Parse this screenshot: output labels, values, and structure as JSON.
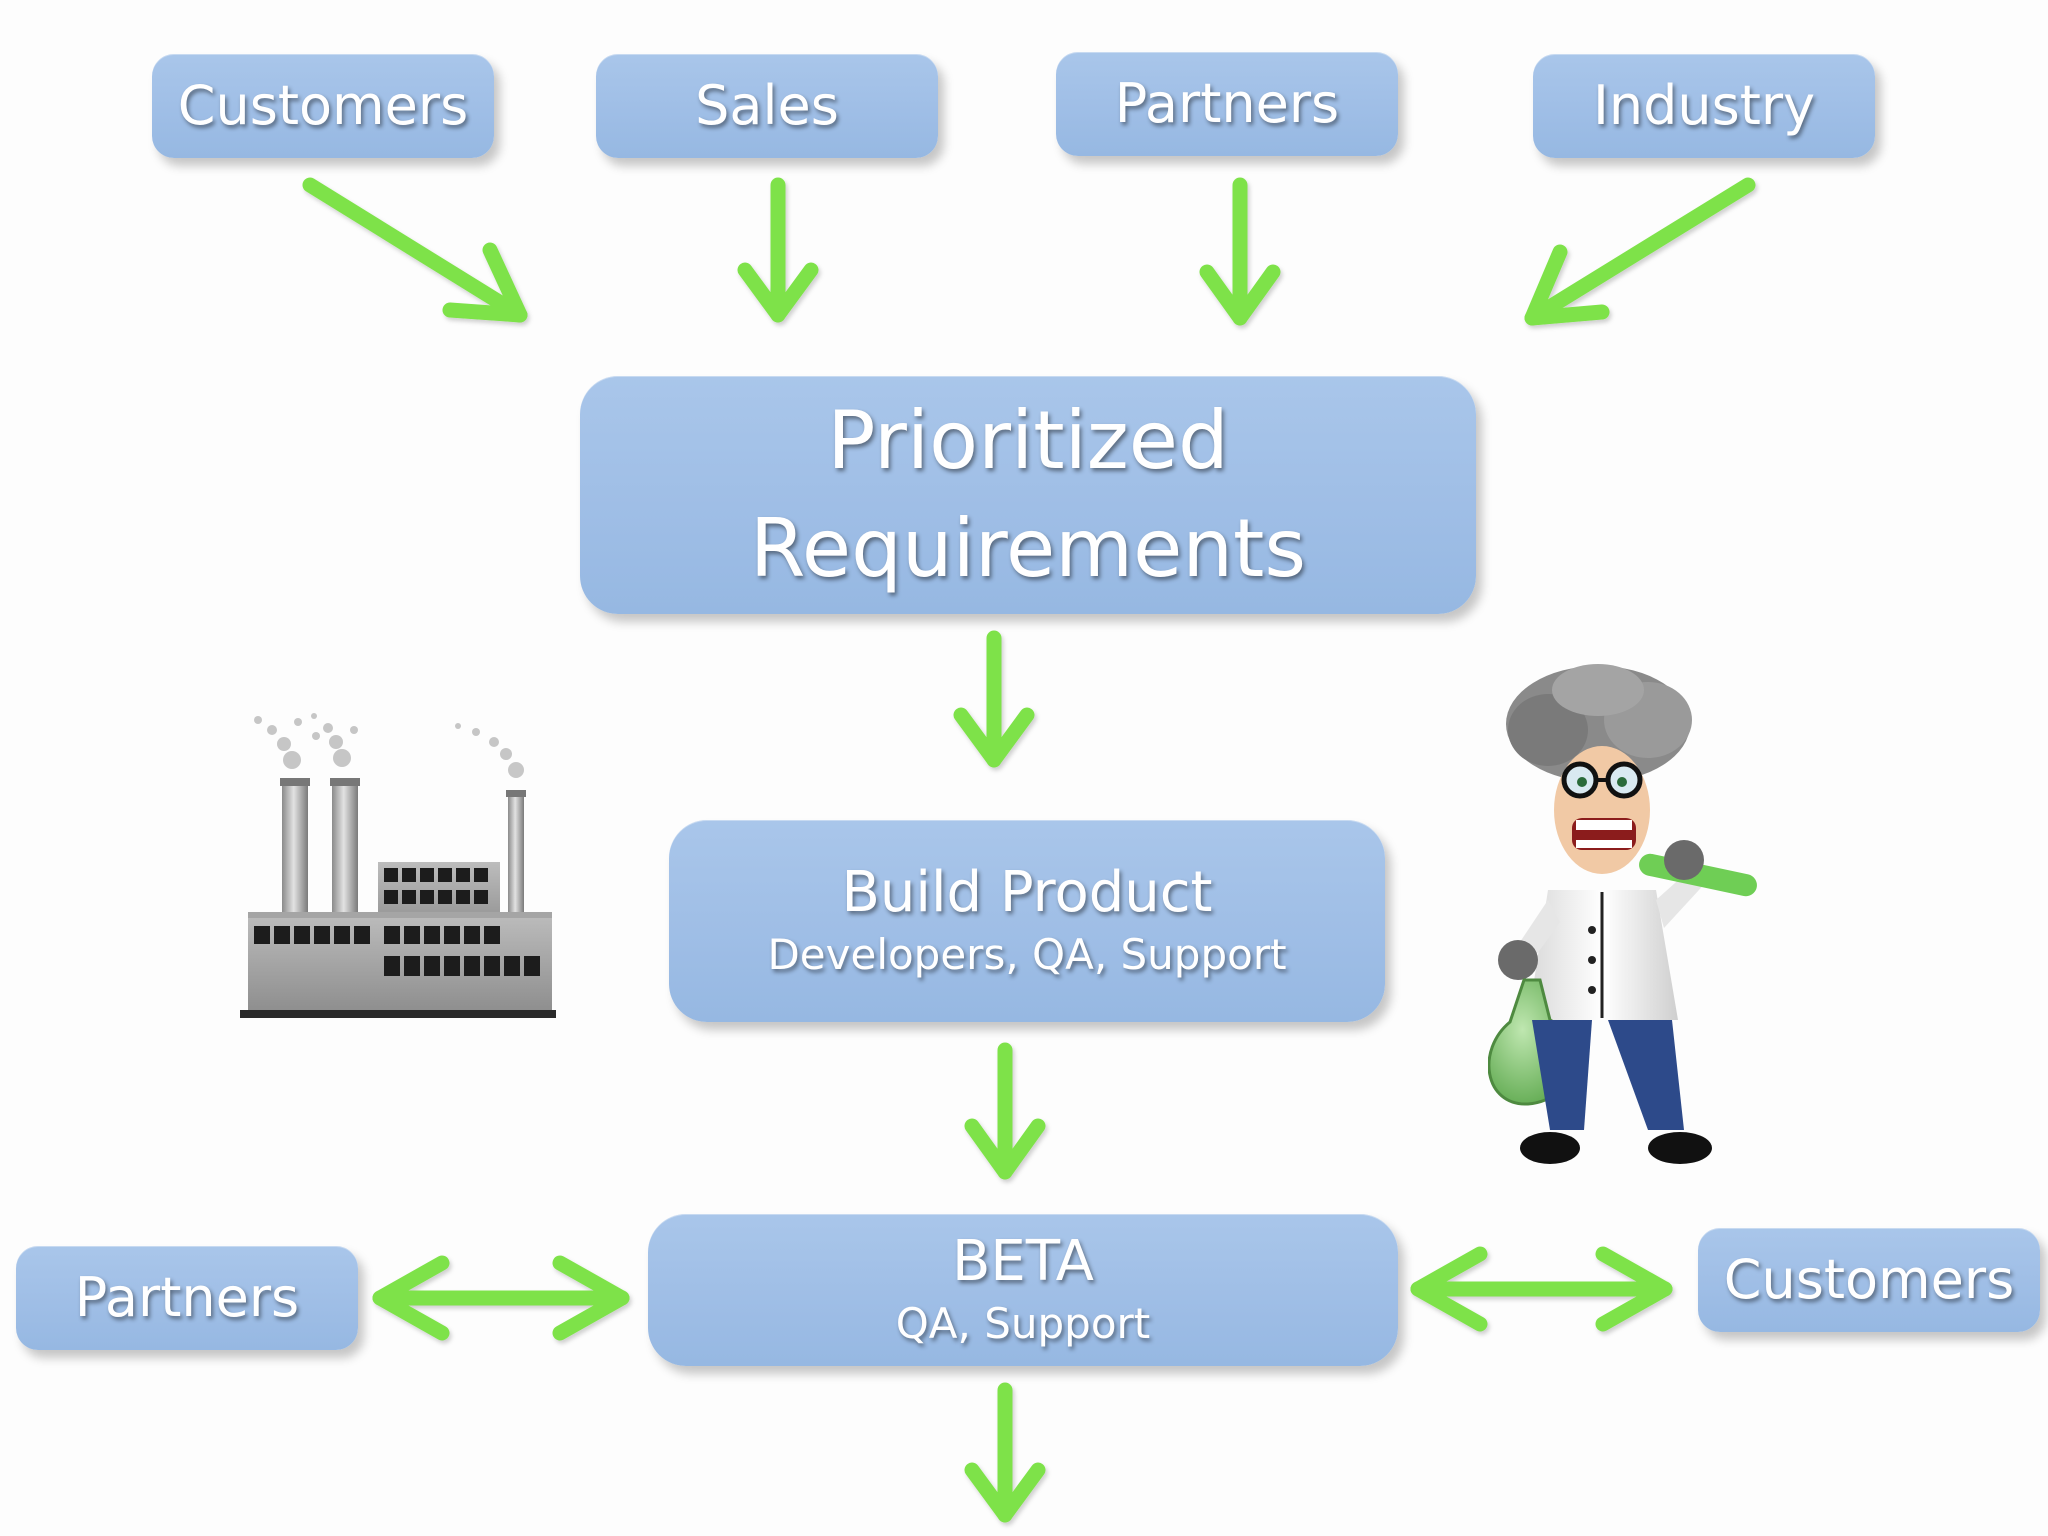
{
  "sources": [
    {
      "label": "Customers"
    },
    {
      "label": "Sales"
    },
    {
      "label": "Partners"
    },
    {
      "label": "Industry"
    }
  ],
  "requirements": {
    "line1": "Prioritized",
    "line2": "Requirements"
  },
  "build": {
    "title": "Build Product",
    "subtitle": "Developers, QA, Support"
  },
  "beta": {
    "title": "BETA",
    "subtitle": "QA, Support"
  },
  "beta_partners": {
    "label": "Partners"
  },
  "beta_customers": {
    "label": "Customers"
  },
  "colors": {
    "box_fill": "#a2c0e7",
    "box_text": "#ffffff",
    "arrow": "#7ee24a",
    "background": "#fdfdfd"
  },
  "icons": {
    "factory": "factory-icon",
    "scientist": "mad-scientist-figure"
  }
}
